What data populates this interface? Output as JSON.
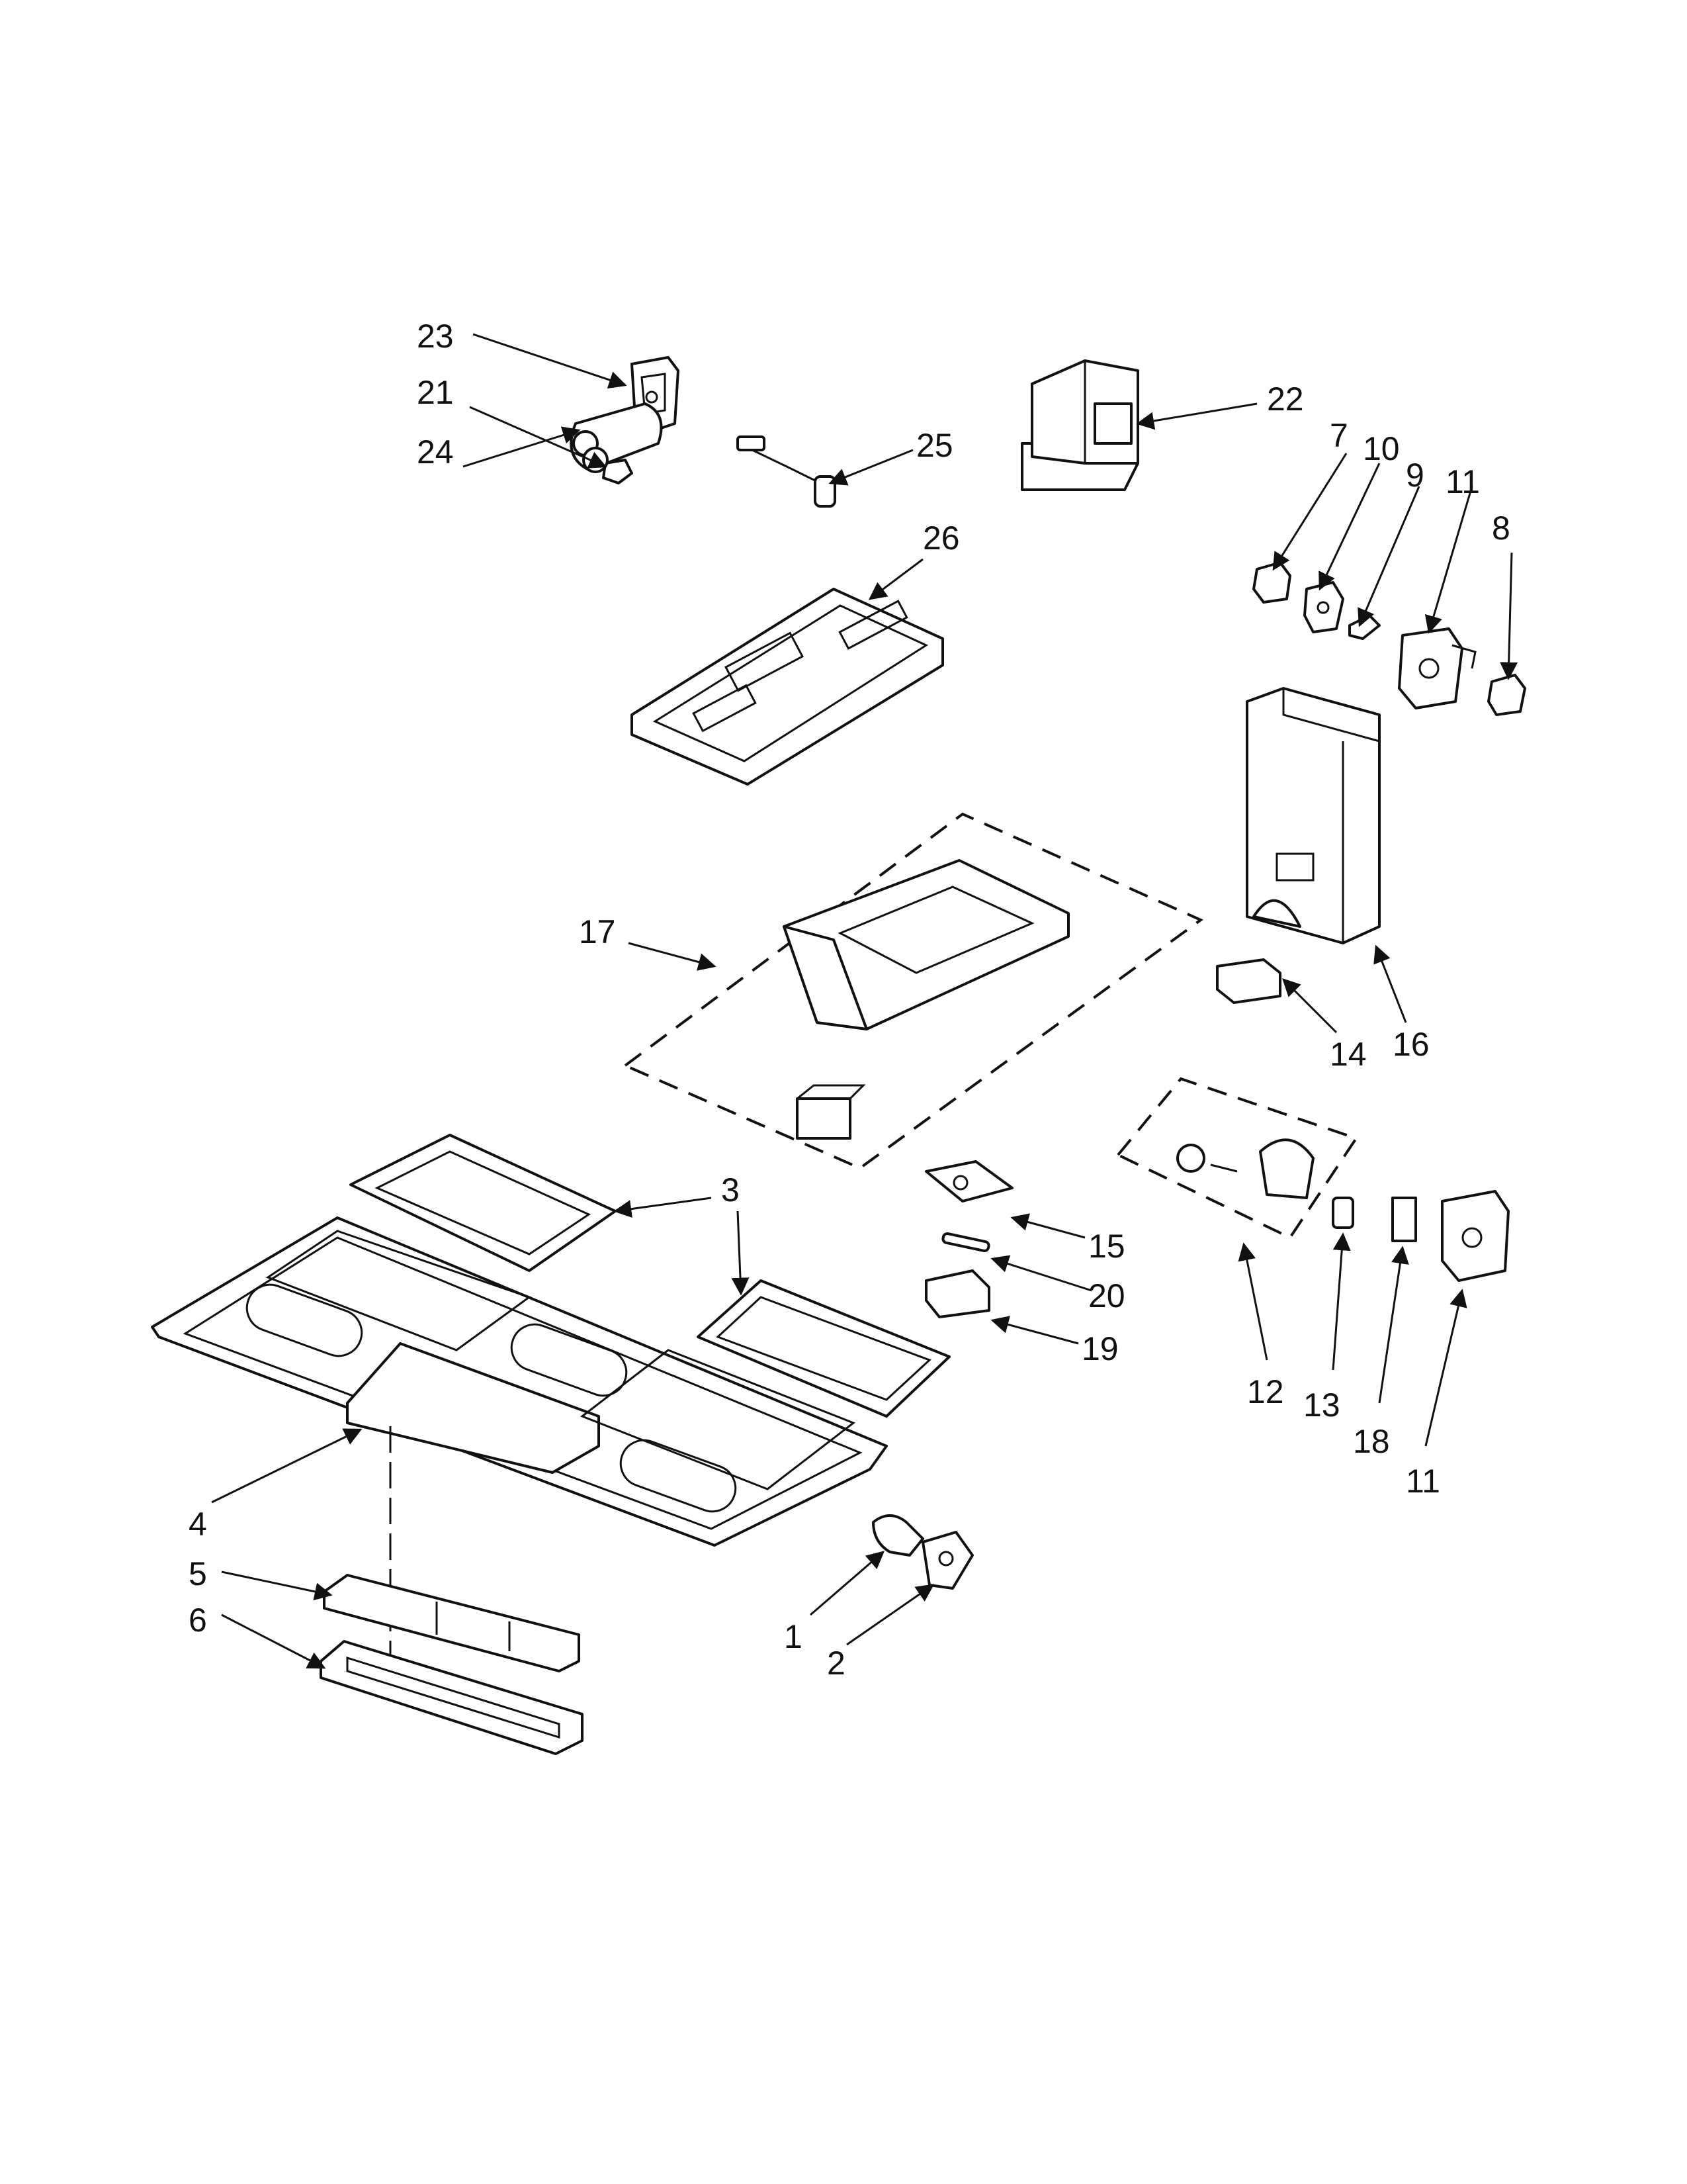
{
  "diagram": {
    "callouts": [
      "1",
      "2",
      "3",
      "4",
      "5",
      "6",
      "7",
      "8",
      "9",
      "10",
      "11",
      "12",
      "13",
      "14",
      "15",
      "16",
      "17",
      "18",
      "19",
      "20",
      "21",
      "22",
      "23",
      "24",
      "25",
      "26"
    ],
    "stroke_color": "#111111",
    "background": "#ffffff"
  }
}
